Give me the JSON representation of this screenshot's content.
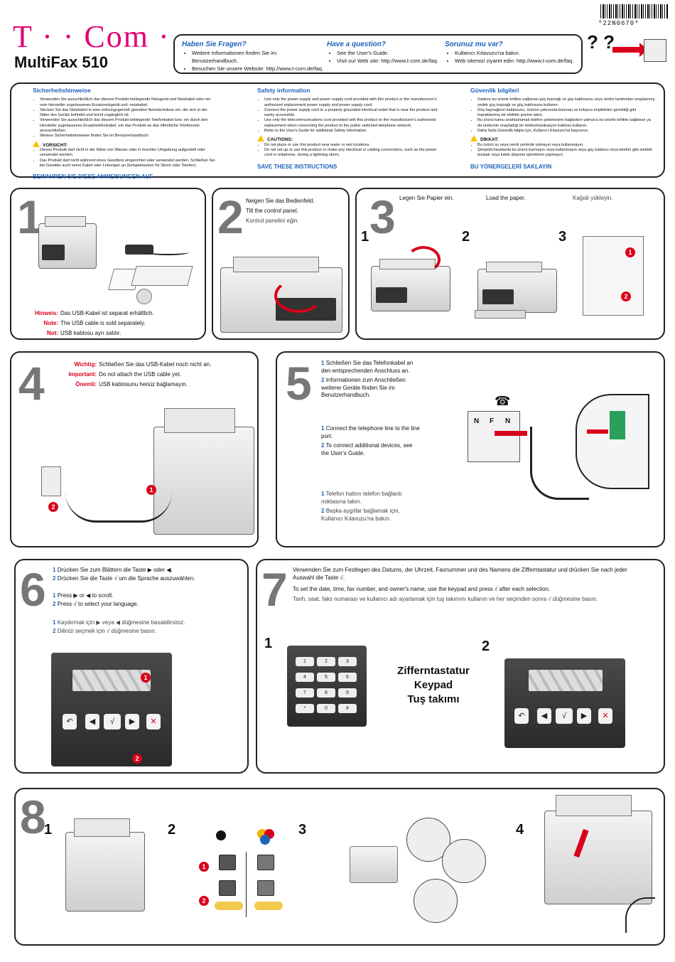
{
  "header": {
    "brand": "T · · Com ·",
    "product": "MultiFax 510",
    "barcode_text": "*22N0670*",
    "question_marks": "?  ?",
    "questions": [
      {
        "heading": "Haben Sie Fragen?",
        "items": [
          "Weitere Informationen finden Sie im Benutzerhandbuch.",
          "Besuchen Sie unsere Website: http://www.t-com.de/faq."
        ]
      },
      {
        "heading": "Have a question?",
        "items": [
          "See the User's Guide.",
          "Visit our Web site: http://www.t-com.de/faq."
        ]
      },
      {
        "heading": "Sorunuz mu var?",
        "items": [
          "Kullanıcı Kılavuzu'na bakın.",
          "Web sitemizi ziyaret edin: http://www.t-com.de/faq."
        ]
      }
    ]
  },
  "safety": {
    "de": {
      "heading": "Sicherheitshinweise",
      "items": [
        "Verwenden Sie ausschließlich das diesem Produkt beiliegende Netzgerät und Netzkabel oder ein vom Hersteller zugelassenes Ersatznetzgerät und -netzkabel.",
        "Stecken Sie das Netzkabel in eine ordnungsgemäß geerdete Netzsteckdose ein, die sich in der Nähe des Geräts befindet und leicht zugänglich ist.",
        "Verwenden Sie ausschließlich das diesem Produkt beiliegende Telefonkabel bzw. ein durch den Hersteller zugelassenes Ersatztelefonkabel, um das Produkt an das öffentliche Telefonnetz anzuschließen.",
        "Weitere Sicherheitshinweise finden Sie im Benutzerhandbuch."
      ],
      "caution_label": "VORSICHT:",
      "cautions": [
        "Dieses Produkt darf nicht in der Nähe von Wasser oder in feuchter Umgebung aufgestellt oder verwendet werden.",
        "Das Produkt darf nicht während eines Gewitters eingerichtet oder verwendet werden. Schließen Sie bei Gewitter auch keine Kabel oder Leitungen an (beispielsweise für Strom oder Telefon)."
      ],
      "footer": "BEWAHREN SIE DIESE ANWEISUNGEN AUF"
    },
    "en": {
      "heading": "Safety information",
      "items": [
        "Use only the power supply and power supply cord provided with this product or the manufacturer's authorized replacement power supply and power supply cord.",
        "Connect the power supply cord to a properly grounded electrical outlet that is near the product and easily accessible.",
        "Use only the telecommunications cord provided with this product or the manufacturer's authorized replacement when connecting the product to the public switched telephone network.",
        "Refer to the User's Guide for additional Safety information."
      ],
      "caution_label": "CAUTIONS:",
      "cautions": [
        "Do not place or use this product near water or wet locations.",
        "Do not set up or use this product or make any electrical or cabling connections, such as the power cord or telephone, during a lightning storm."
      ],
      "footer": "SAVE THESE INSTRUCTIONS"
    },
    "tr": {
      "heading": "Güvenlik bilgileri",
      "items": [
        "Sadece bu ürünle birlikte sağlanan güç kaynağı ve güç kablosunu veya üretici tarafından onaylanmış yedek güç kaynağı ve güç kablosunu kullanın.",
        "Güç kaynağının kablosunu, ürünün yakınında bulunan ve kolayca erişilebilen gerektiği gibi topraklanmış bir elektrik prizine takın.",
        "Bu ürünü kamu anahtarlamalı telefon şebekesine bağlarken yalnızca bu ürünle birlikte sağlanan ya da üreticinin onayladığı bir telekomünikasyon kablosu kullanın.",
        "Daha fazla Güvenlik bilgisi için, Kullanıcı Kılavuzu'na başvurun."
      ],
      "caution_label": "DİKKAT:",
      "cautions": [
        "Bu ürünü su veya nemli yerlerde tutmayın veya kullanmayın.",
        "Şimşekli havalarda bu ürünü kurmayın veya kullanmayın veya güç kablosu veya telefon gibi elektrik tesisatı veya kablo döşeme işlemlerini yapmayın."
      ],
      "footer": "BU YÖNERGELERİ SAKLAYIN"
    }
  },
  "steps": {
    "s1": {
      "num": "1",
      "notes": [
        {
          "label": "Hinweis:",
          "text": "Das USB-Kabel ist separat erhältlich."
        },
        {
          "label": "Note:",
          "text": "The USB cable is sold separately."
        },
        {
          "label": "Not:",
          "text": "USB kablosu ayrı satılır."
        }
      ]
    },
    "s2": {
      "num": "2",
      "lines": [
        "Neigen Sie das Bedienfeld.",
        "Tilt the control panel.",
        "Kontrol panelini eğin."
      ]
    },
    "s3": {
      "num": "3",
      "de": "Legen Sie Papier ein.",
      "en": "Load the paper.",
      "tr": "Kağıdı yükleyin.",
      "subs": [
        "1",
        "2",
        "3"
      ]
    },
    "s4": {
      "num": "4",
      "notes": [
        {
          "label": "Wichtig:",
          "text": "Schließen Sie das USB-Kabel noch nicht an."
        },
        {
          "label": "Important:",
          "text": "Do not attach the USB cable yet."
        },
        {
          "label": "Önemli:",
          "text": "USB kablosunu henüz bağlamayın."
        }
      ]
    },
    "s5": {
      "num": "5",
      "groups": [
        [
          "Schließen Sie das Telefonkabel an den entsprechenden Anschluss an.",
          "Informationen zum Anschließen weiterer Geräte finden Sie im Benutzerhandbuch."
        ],
        [
          "Connect the telephone line to the line port.",
          "To connect additional devices, see the User's Guide."
        ],
        [
          "Telefon hattını telefon bağlantı noktasına takın.",
          "Başka aygıtlar bağlamak için, Kullanıcı Kılavuzu'na bakın."
        ]
      ],
      "port_labels": [
        "N",
        "F",
        "N"
      ]
    },
    "s6": {
      "num": "6",
      "groups": [
        [
          "Drücken Sie zum Blättern die Taste ▶ oder ◀.",
          "Drücken Sie die Taste √ um die Sprache auszuwählen."
        ],
        [
          "Press ▶ or ◀ to scroll.",
          "Press √ to select your language."
        ],
        [
          "Kaydırmak için ▶ veya ◀ düğmesine basabilirsiniz.",
          "Dilinizi seçmek için √ düğmesine basın."
        ]
      ]
    },
    "s7": {
      "num": "7",
      "de": "Verwenden Sie zum Festlegen des Datums, der Uhrzeit, Faxnummer und des Namens die Zifferntastatur und drücken Sie nach jeder Auswahl die Taste √.",
      "en": "To set the date, time, fax number, and owner's name, use the keypad and press √ after each selection.",
      "tr": "Tarih, saat, faks numarası ve kullanıcı adı ayarlamak için tuş takımını kullanın ve her seçimden sonra √ düğmesine basın.",
      "subs": [
        "1",
        "2"
      ],
      "keypad_caption": [
        "Zifferntastatur",
        "Keypad",
        "Tuş takımı"
      ],
      "keys": [
        "1",
        "2",
        "3",
        "4",
        "5",
        "6",
        "7",
        "8",
        "9",
        "*",
        "0",
        "#"
      ]
    },
    "s8": {
      "num": "8",
      "subs": [
        "1",
        "2",
        "3",
        "4"
      ]
    }
  },
  "colors": {
    "brand": "#e20074",
    "accent": "#1d63b8",
    "alert": "#d9001b"
  }
}
